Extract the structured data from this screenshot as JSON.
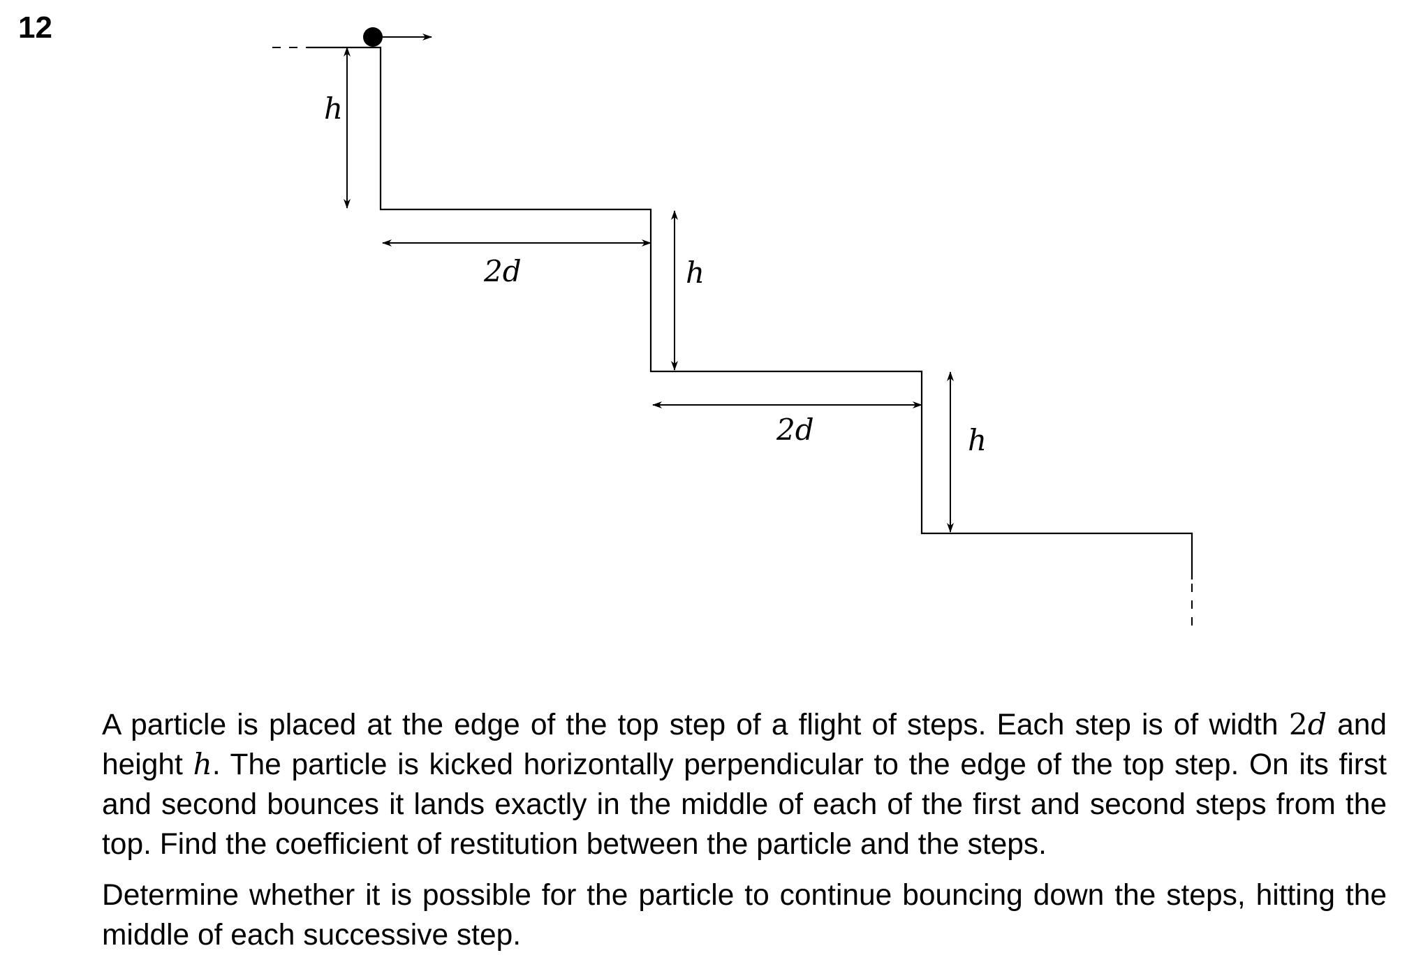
{
  "question": {
    "number": "12"
  },
  "figure": {
    "labels": {
      "h_top": "h",
      "width_1": "2d",
      "h_middle": "h",
      "width_2": "2d",
      "h_bottom": "h"
    },
    "colors": {
      "line": "#000000"
    }
  },
  "text": {
    "para1": {
      "s1": "A particle is placed at the edge of the top step of a flight of steps.  Each step is of width ",
      "m1_num": "2",
      "m1_var": "d",
      "s2": "and height ",
      "m2_var": "h",
      "s3": ".  The particle is kicked horizontally perpendicular to the edge of the top step. On its first and second bounces it lands exactly in the middle of each of the first and second steps from the top.  Find the coefficient of restitution between the particle and the steps."
    },
    "para2": "Determine whether it is possible for the particle to continue bouncing down the steps, hitting the middle of each successive step."
  }
}
